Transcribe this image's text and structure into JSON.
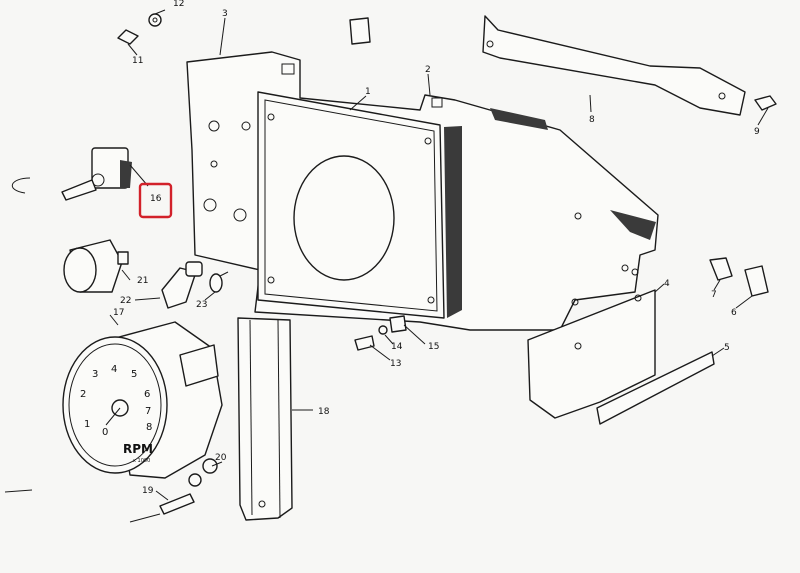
{
  "part_numbers": {
    "p1": "1",
    "p2": "2",
    "p3": "3",
    "p4": "4",
    "p5": "5",
    "p6": "6",
    "p7": "7",
    "p8": "8",
    "p9": "9",
    "p11": "11",
    "p12": "12",
    "p13": "13",
    "p14": "14",
    "p15": "15",
    "p16": "16",
    "p17": "17",
    "p18": "18",
    "p19": "19",
    "p20": "20",
    "p21": "21",
    "p22": "22",
    "p23": "23"
  },
  "gauge": {
    "label": "RPM",
    "sub_label": "x 1000",
    "scale": [
      "1",
      "2",
      "3",
      "4",
      "5",
      "6",
      "7",
      "8"
    ],
    "zero": "0"
  },
  "highlight": {
    "part": "16",
    "color": "#d2212a"
  }
}
